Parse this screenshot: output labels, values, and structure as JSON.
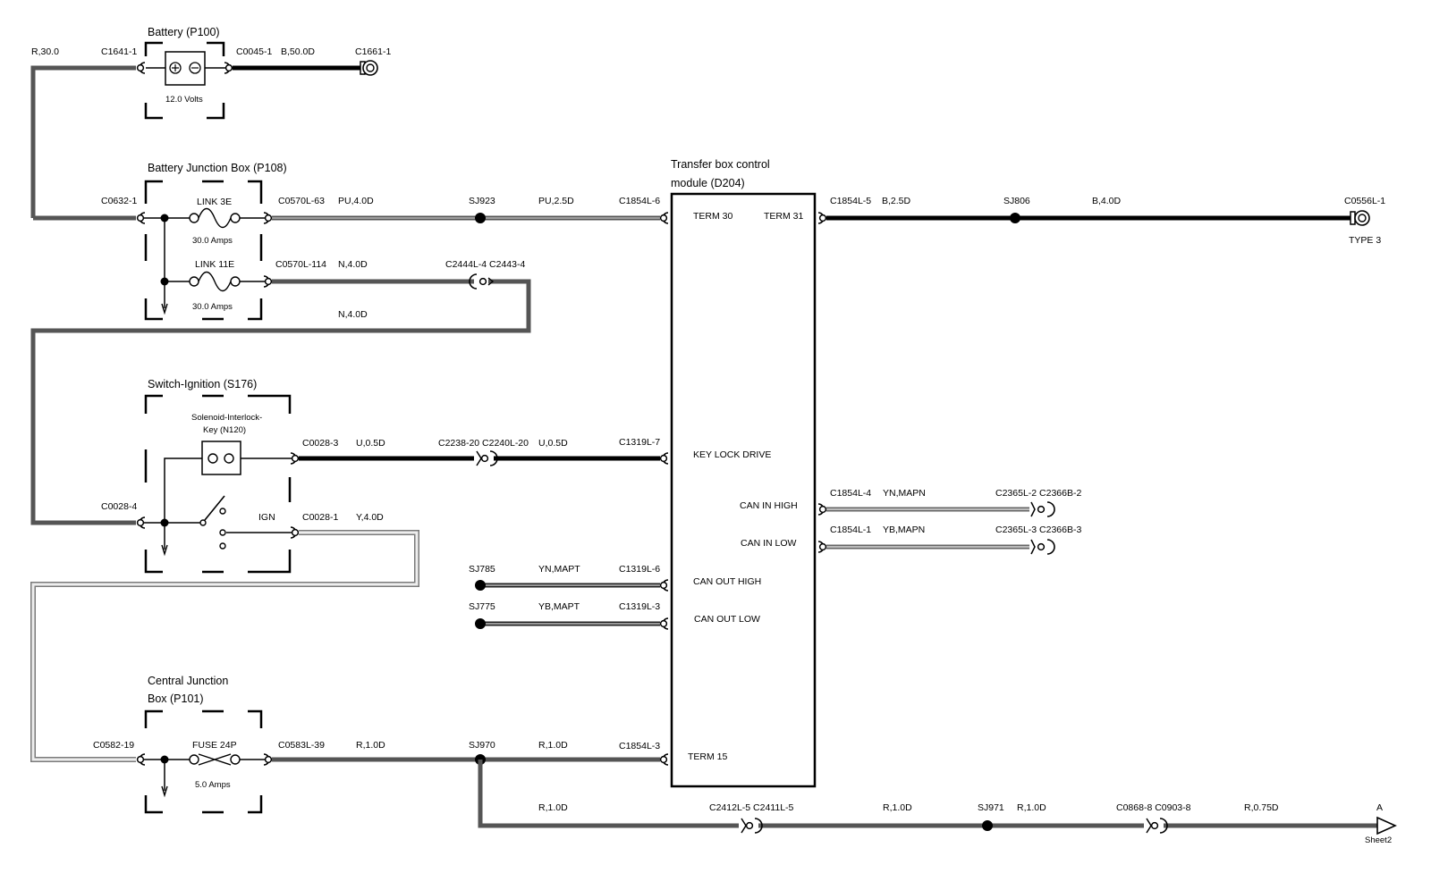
{
  "colors": {
    "dark_wire": "#555555",
    "black_wire": "#000000",
    "gray_wire": "#8a8a8a",
    "yellow_inner": "#eeeeee"
  },
  "battery": {
    "title": "Battery (P100)",
    "voltage": "12.0 Volts",
    "wire_in": "R,30.0",
    "conn_in": "C1641-1",
    "conn_out": "C0045-1",
    "wire_out": "B,50.0D",
    "ground": "C1661-1"
  },
  "bjb": {
    "title": "Battery Junction Box (P108)",
    "conn_in": "C0632-1",
    "link1": "LINK 3E",
    "link1_amps": "30.0 Amps",
    "link2": "LINK 11E",
    "link2_amps": "30.0 Amps",
    "conn_out1": "C0570L-63",
    "wire1": "PU,4.0D",
    "splice1": "SJ923",
    "wire1b": "PU,2.5D",
    "conn_out2": "C0570L-114",
    "wire2": "N,4.0D",
    "conn_inline": "C2444L-4 C2443-4",
    "wire2b": "N,4.0D"
  },
  "module": {
    "title_line1": "Transfer box control",
    "title_line2": "module (D204)",
    "term30": "TERM 30",
    "term31": "TERM 31",
    "key_lock": "KEY LOCK DRIVE",
    "can_in_high": "CAN IN HIGH",
    "can_in_low": "CAN IN LOW",
    "can_out_high": "CAN OUT HIGH",
    "can_out_low": "CAN OUT LOW",
    "term15": "TERM 15",
    "pin_term30": "C1854L-6",
    "pin_key": "C1319L-7",
    "pin_can_out_high": "C1319L-6",
    "pin_can_out_low": "C1319L-3",
    "pin_term15": "C1854L-3"
  },
  "ground_right": {
    "pin": "C1854L-5",
    "wire": "B,2.5D",
    "splice": "SJ806",
    "wire2": "B,4.0D",
    "conn": "C0556L-1",
    "type": "TYPE 3"
  },
  "can_right": {
    "pin_high": "C1854L-4",
    "wire_high": "YN,MAPN",
    "conn_high": "C2365L-2 C2366B-2",
    "pin_low": "C1854L-1",
    "wire_low": "YB,MAPN",
    "conn_low": "C2365L-3 C2366B-3"
  },
  "can_left": {
    "splice_high": "SJ785",
    "wire_high": "YN,MAPT",
    "splice_low": "SJ775",
    "wire_low": "YB,MAPT"
  },
  "ignition": {
    "title": "Switch-Ignition (S176)",
    "solenoid_line1": "Solenoid-Interlock-",
    "solenoid_line2": "Key (N120)",
    "conn_in": "C0028-4",
    "conn_sol": "C0028-3",
    "wire_sol": "U,0.5D",
    "conn_inline": "C2238-20 C2240L-20",
    "wire_sol2": "U,0.5D",
    "ign_label": "IGN",
    "conn_ign": "C0028-1",
    "wire_ign": "Y,4.0D"
  },
  "cjb": {
    "title_line1": "Central Junction",
    "title_line2": "Box (P101)",
    "conn_in": "C0582-19",
    "fuse": "FUSE 24P",
    "fuse_amps": "5.0 Amps",
    "conn_out": "C0583L-39",
    "wire1": "R,1.0D",
    "splice": "SJ970",
    "wire2": "R,1.0D"
  },
  "bottom": {
    "wire1": "R,1.0D",
    "conn1": "C2412L-5 C2411L-5",
    "wire2": "R,1.0D",
    "splice": "SJ971",
    "wire3": "R,1.0D",
    "conn2": "C0868-8 C0903-8",
    "wire4": "R,0.75D",
    "arrow_label": "A",
    "sheet": "Sheet2"
  }
}
